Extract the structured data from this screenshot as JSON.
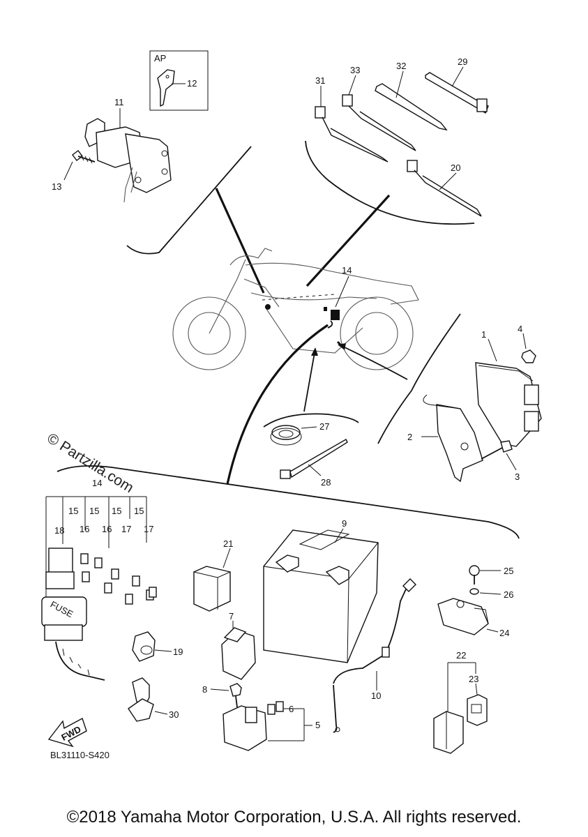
{
  "diagram": {
    "code": "BL31110-S420",
    "watermark": "© Partzilla.com",
    "fwd_label": "FWD",
    "fuse_label": "FUSE",
    "ap_label": "AP",
    "callouts": {
      "c1": "1",
      "c2": "2",
      "c3": "3",
      "c4": "4",
      "c5": "5",
      "c6": "6",
      "c7": "7",
      "c8": "8",
      "c9": "9",
      "c10": "10",
      "c11": "11",
      "c12": "12",
      "c13": "13",
      "c14": "14",
      "c14b": "14",
      "c15a": "15",
      "c15b": "15",
      "c15c": "15",
      "c15d": "15",
      "c16a": "16",
      "c16b": "16",
      "c17a": "17",
      "c17b": "17",
      "c18": "18",
      "c19": "19",
      "c20": "20",
      "c21": "21",
      "c22": "22",
      "c23": "23",
      "c24": "24",
      "c25": "25",
      "c26": "26",
      "c27": "27",
      "c28": "28",
      "c29": "29",
      "c30": "30",
      "c31": "31",
      "c32": "32",
      "c33": "33"
    }
  },
  "footer": {
    "copyright": "©2018 Yamaha Motor Corporation, U.S.A. All rights reserved."
  }
}
